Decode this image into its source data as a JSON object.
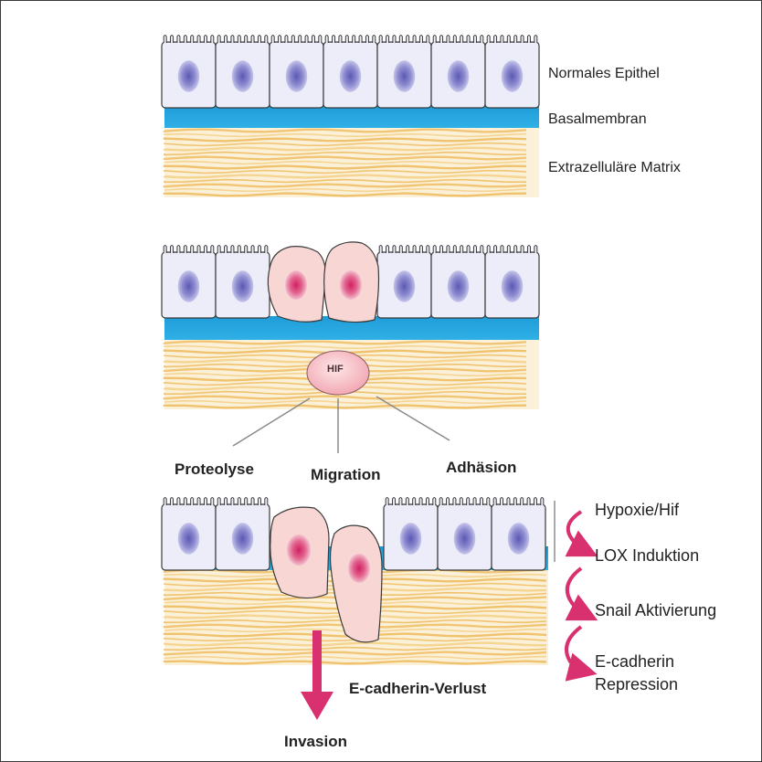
{
  "labels": {
    "normal_epithelium": "Normales Epithel",
    "basement_membrane": "Basalmembran",
    "extracellular_matrix": "Extrazelluläre Matrix",
    "hif": "HIF",
    "proteolysis": "Proteolyse",
    "migration": "Migration",
    "adhesion": "Adhäsion",
    "ecadherin_loss": "E-cadherin-Verlust",
    "invasion": "Invasion"
  },
  "cascade": [
    {
      "text": "Hypoxie/Hif"
    },
    {
      "text": "LOX Induktion"
    },
    {
      "text": "Snail Aktivierung"
    },
    {
      "text": "E-cadherin",
      "text2": "Repression"
    }
  ],
  "colors": {
    "epithelial_cell": "#ecedf9",
    "nucleus": "#7b79c4",
    "basement_membrane": "#2aa3db",
    "matrix": "#fbf1d8",
    "tumor_cell": "#f8d6d4",
    "tumor_nucleus": "#d6306a",
    "arrow": "#d9306f",
    "outline": "#3a3a3a"
  }
}
